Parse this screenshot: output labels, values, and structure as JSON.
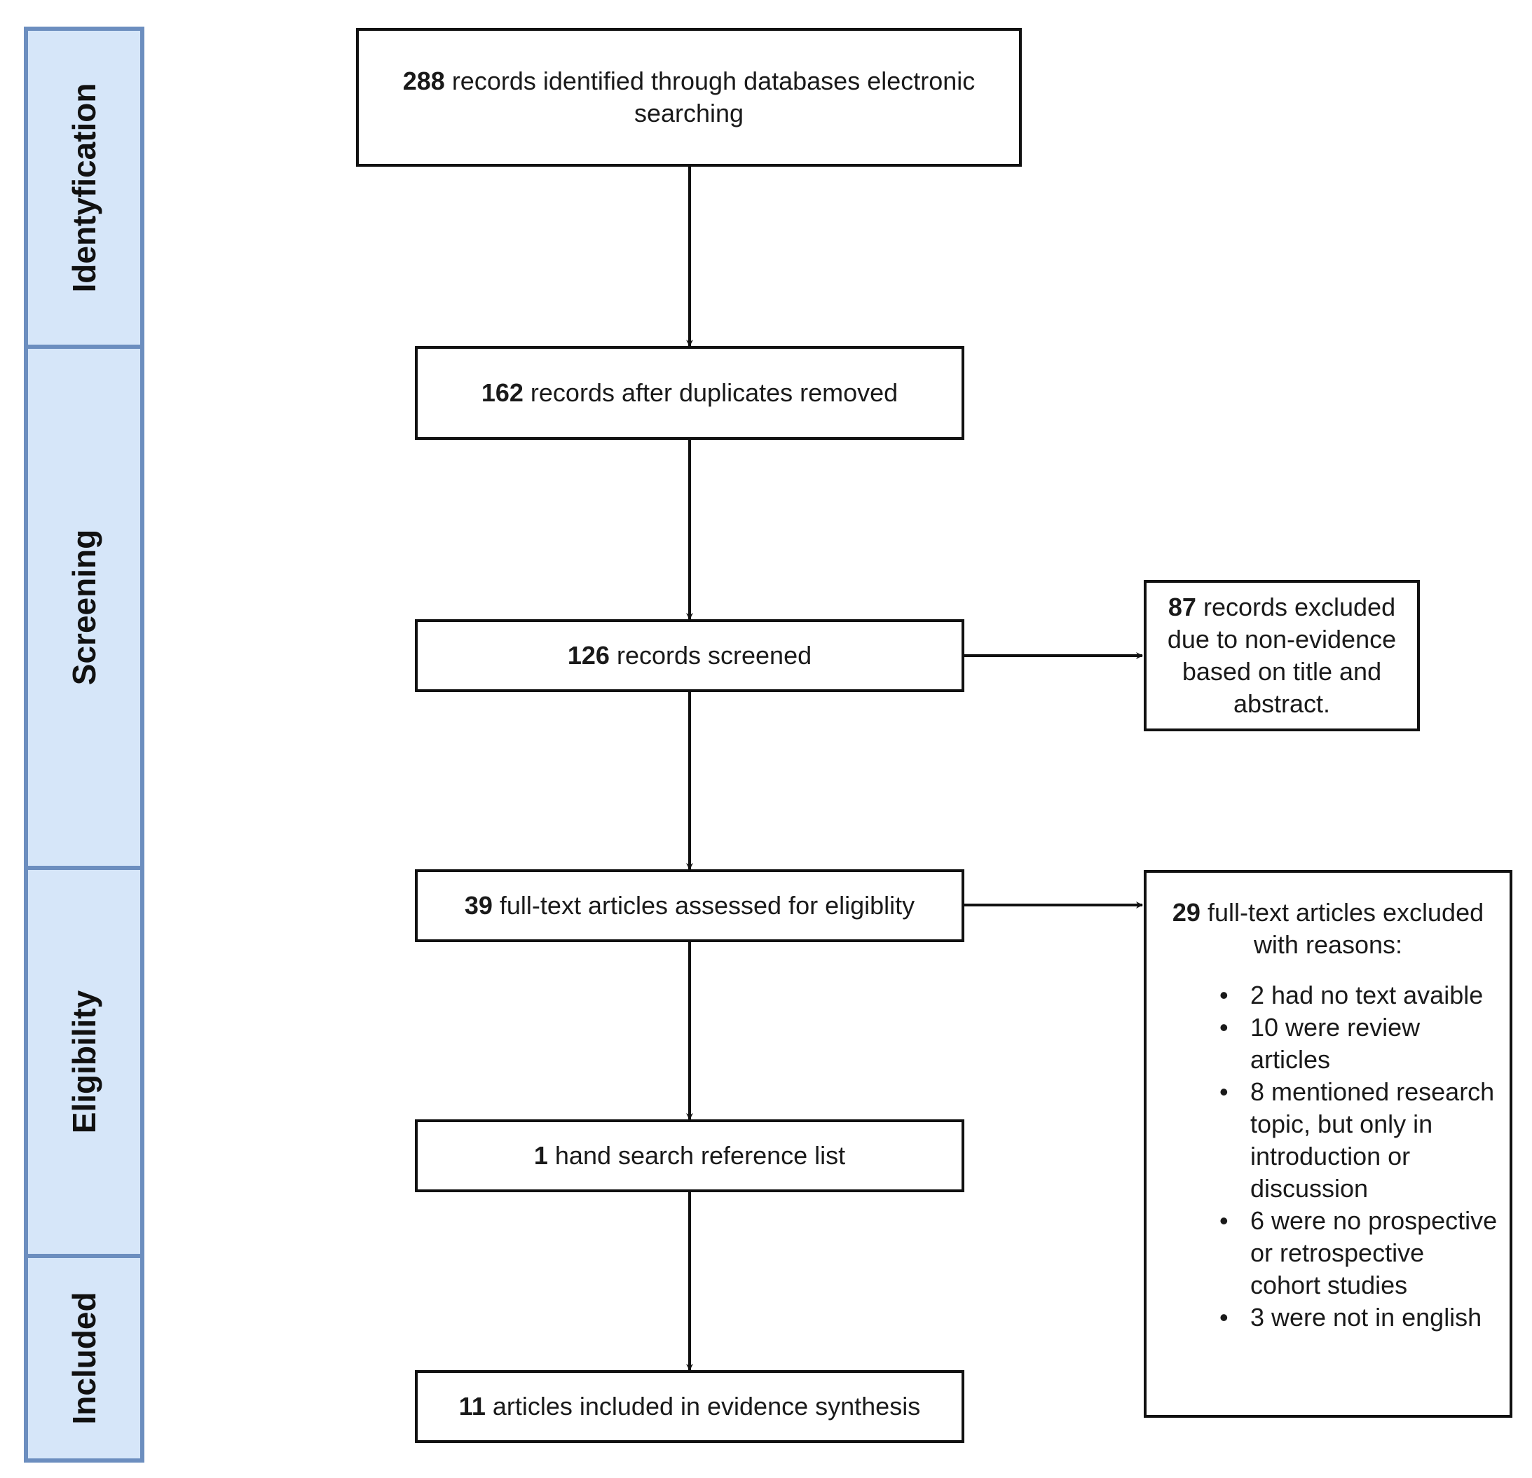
{
  "stages": [
    {
      "label": "Identyfication"
    },
    {
      "label": "Screening"
    },
    {
      "label": "Eligibility"
    },
    {
      "label": "Included"
    }
  ],
  "boxes": {
    "identified": {
      "count": "288",
      "text": "records identified through databases electronic searching"
    },
    "deduplicated": {
      "count": "162",
      "text": "records after duplicates removed"
    },
    "screened": {
      "count": "126",
      "text": "records screened"
    },
    "assessed": {
      "count": "39",
      "text": "full-text articles assessed for eligiblity"
    },
    "hand_search": {
      "count": "1",
      "text": "hand search reference list"
    },
    "included": {
      "count": "11",
      "text": "articles included in evidence synthesis"
    }
  },
  "excluded_screening": {
    "count": "87",
    "text": "records excluded due to non-evidence based on title and abstract."
  },
  "excluded_fulltext": {
    "count": "29",
    "text": "full-text articles excluded with reasons:",
    "reasons": [
      "2 had no text avaible",
      "10 were review articles",
      "8 mentioned research topic, but only in introduction or discussion",
      "6 were no prospective or retrospective cohort studies",
      "3 were not in english"
    ]
  }
}
